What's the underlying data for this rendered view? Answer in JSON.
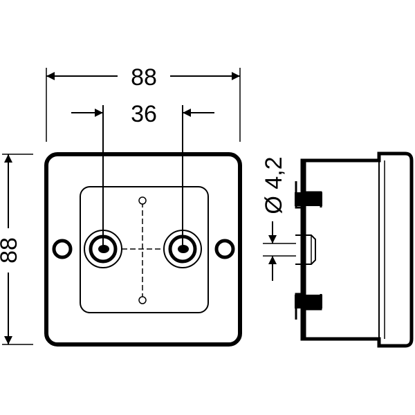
{
  "dimensions": {
    "overall_width": "88",
    "hole_spacing": "36",
    "overall_height": "88",
    "hole_diameter": "Ø 4,2"
  },
  "colors": {
    "line": "#000000",
    "background": "#ffffff"
  }
}
